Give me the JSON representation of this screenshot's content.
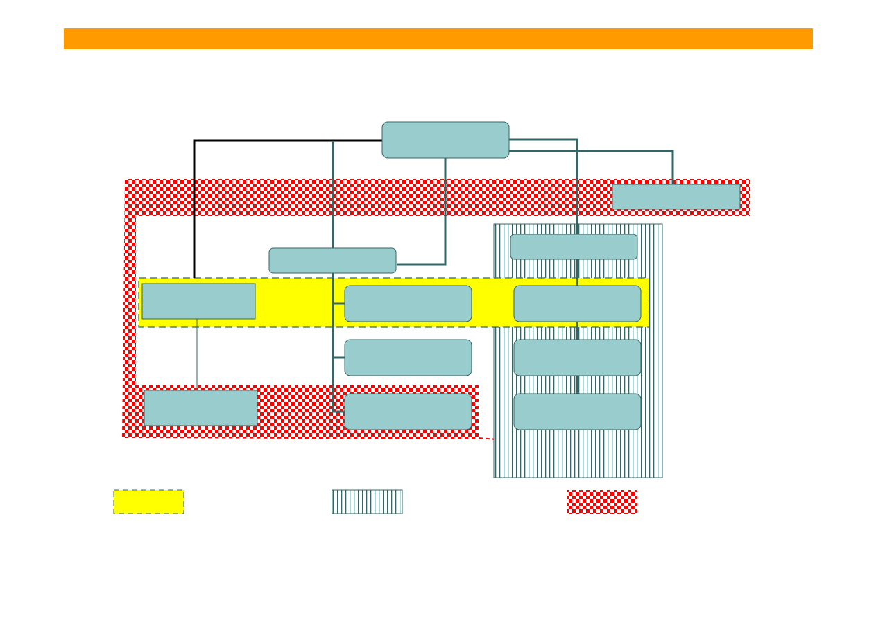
{
  "header": {
    "title": "",
    "color": "#FF9A00"
  },
  "colors": {
    "box_fill": "#99CCCC",
    "box_stroke": "#336666",
    "connector": "#336666",
    "connector_dark": "#000000",
    "yellow_zone": "#FFFF00",
    "checker_red": "#FF0000",
    "stripe": "#336666"
  },
  "nodes": {
    "top": "",
    "top_right": "",
    "mid_left": "",
    "right_upper": "",
    "row_left": "",
    "row_center": "",
    "row_right": "",
    "center_2": "",
    "right_2": "",
    "bottom_left": "",
    "center_3": "",
    "right_3": ""
  },
  "legend": [
    {
      "pattern": "yellow-dashed",
      "label": ""
    },
    {
      "pattern": "vertical-stripes",
      "label": ""
    },
    {
      "pattern": "red-checker",
      "label": ""
    }
  ]
}
